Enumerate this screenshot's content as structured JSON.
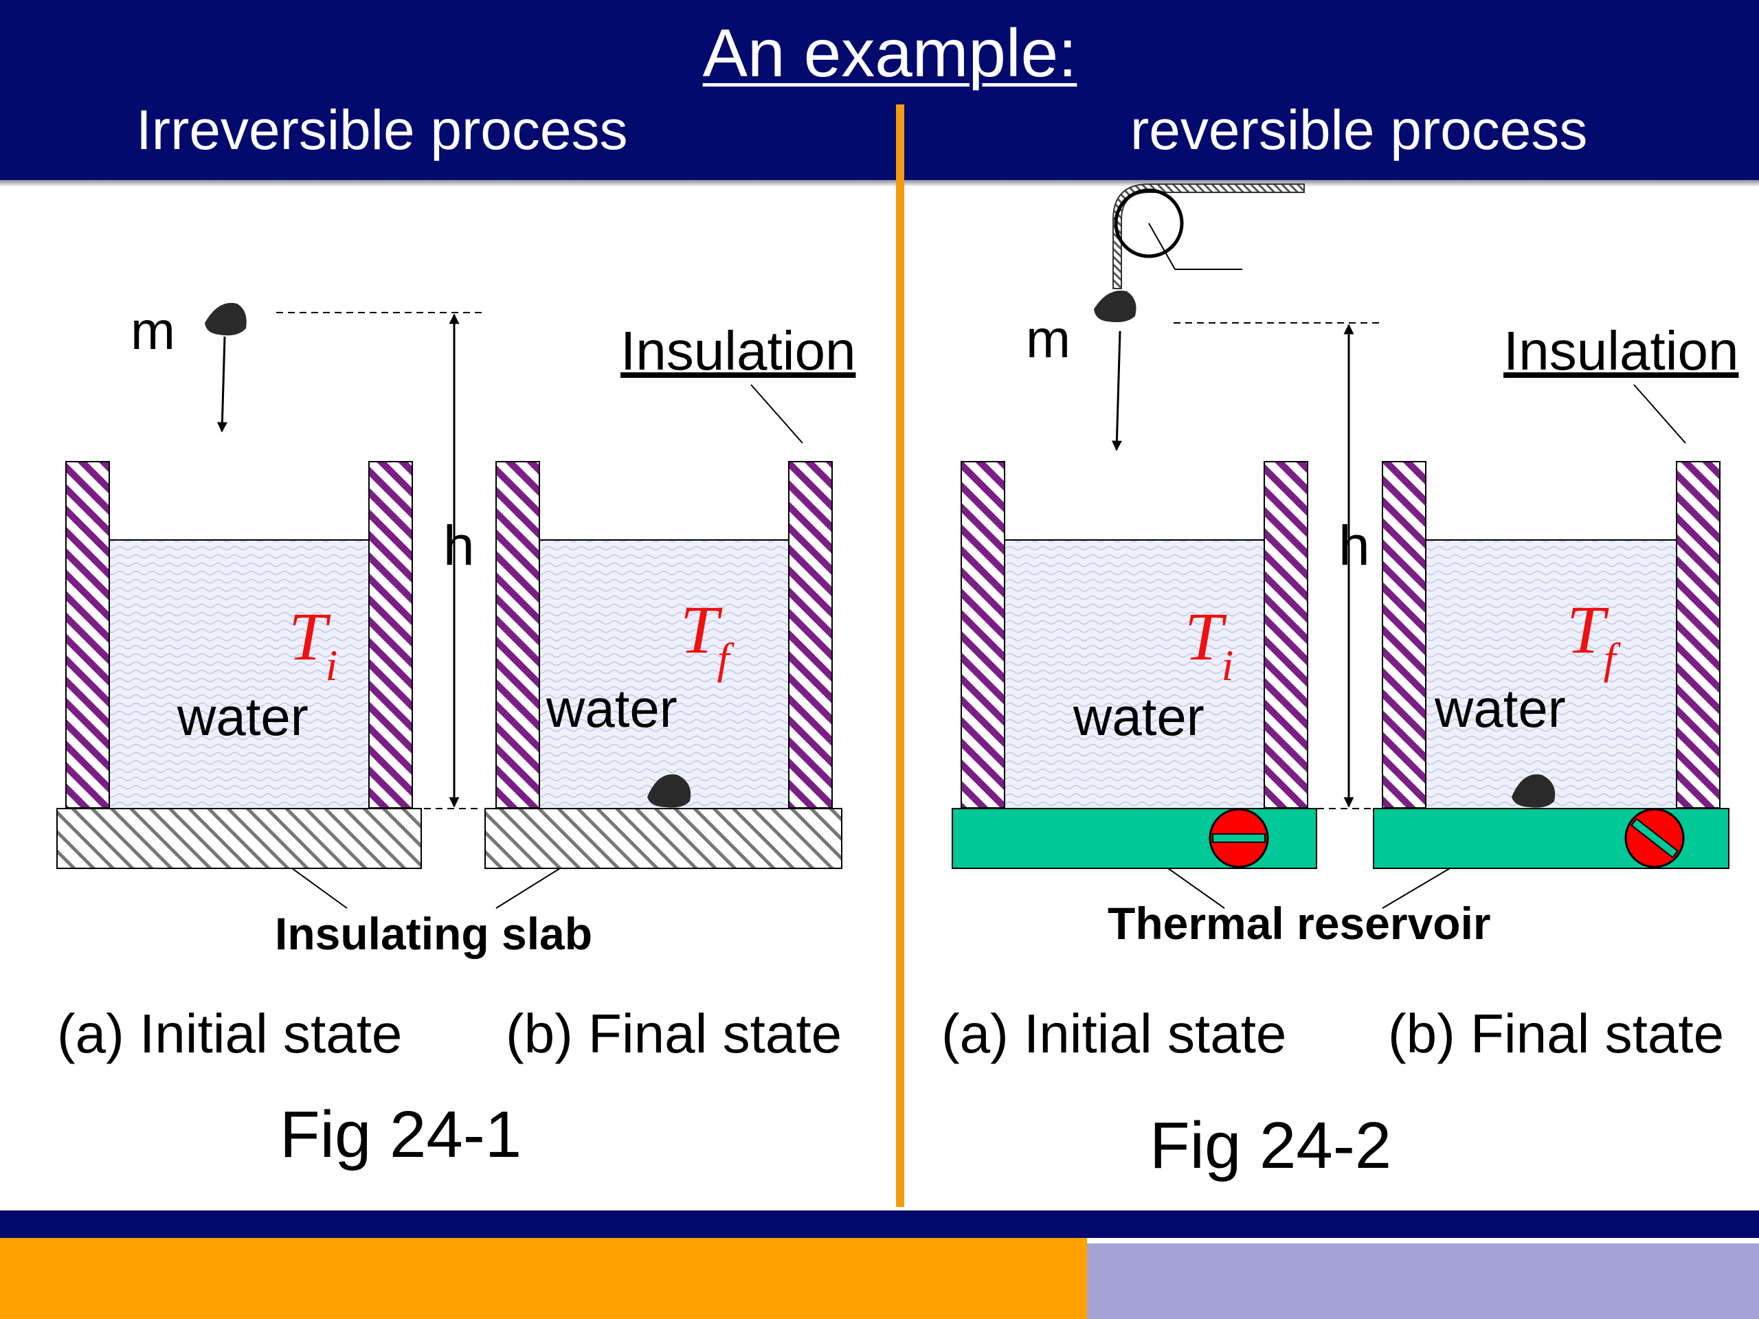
{
  "title": "An example:",
  "left_heading": "Irreversible process",
  "right_heading": "reversible process",
  "colors": {
    "header_bg": "#020a6e",
    "divider": "#f39c12",
    "wall_hatch": "#7b1f86",
    "reservoir": "#00c896",
    "screw": "#ff0000",
    "temperature_text": "#ee1111",
    "footer_orange": "#ffa200",
    "footer_lavender": "#a3a3d6"
  },
  "left": {
    "mass_label": "m",
    "height_label": "h",
    "insulation_label": "Insulation",
    "container_a": {
      "temperature": "T",
      "subscript": "i",
      "liquid_label": "water"
    },
    "container_b": {
      "temperature": "T",
      "subscript": "f",
      "liquid_label": "water"
    },
    "base_label": "Insulating slab",
    "caption_a": "(a) Initial state",
    "caption_b": "(b) Final state",
    "figure_label": "Fig 24-1"
  },
  "right": {
    "mass_label": "m",
    "height_label": "h",
    "insulation_label": "Insulation",
    "container_a": {
      "temperature": "T",
      "subscript": "i",
      "liquid_label": "water"
    },
    "container_b": {
      "temperature": "T",
      "subscript": "f",
      "liquid_label": "water"
    },
    "base_label": "Thermal reservoir",
    "caption_a": "(a) Initial state",
    "caption_b": "(b) Final state",
    "figure_label": "Fig 24-2"
  },
  "icons": [
    "pulley-icon",
    "stone-icon",
    "screw-icon"
  ]
}
